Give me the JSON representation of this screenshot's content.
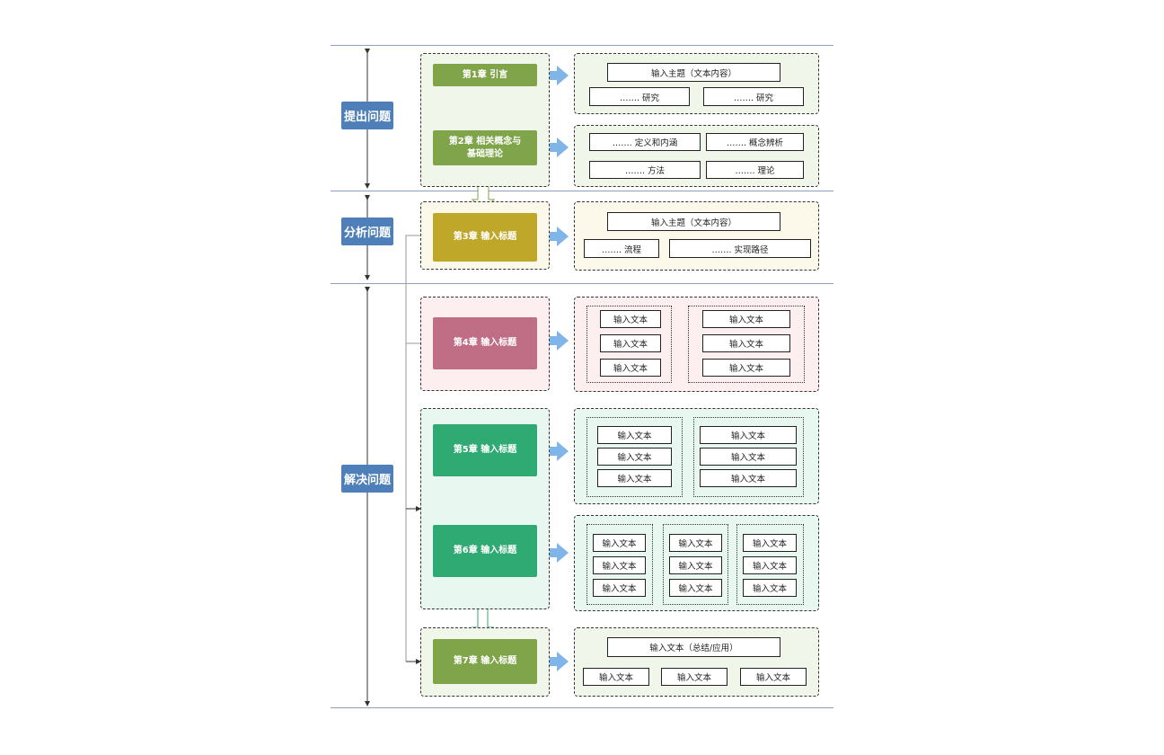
{
  "colors": {
    "label_bg": "#4f7fb8",
    "ch_green": "#7fa44a",
    "ch_yellow": "#bfa72a",
    "ch_pink": "#bf6e86",
    "ch_teal": "#2faa72",
    "arrow_blue": "#7fb5e8",
    "bg_green": "#f0f7ea",
    "bg_yellow": "#fdf9ea",
    "bg_pink": "#fdeef0",
    "bg_teal": "#e8f7ef"
  },
  "sections": {
    "s1": "提出问题",
    "s2": "分析问题",
    "s3": "解决问题"
  },
  "chapters": {
    "ch1": "第1章 引言",
    "ch2a": "第2章 相关概念与",
    "ch2b": "基础理论",
    "ch3": "第3章 输入标题",
    "ch4": "第4章 输入标题",
    "ch5": "第5章 输入标题",
    "ch6": "第6章 输入标题",
    "ch7": "第7章 输入标题"
  },
  "c1": {
    "topic": "输入主题（文本内容）",
    "b1": "……. 研究",
    "b2": "……. 研究"
  },
  "c2": {
    "b1": "……. 定义和内涵",
    "b2": "……. 概念辨析",
    "b3": "……. 方法",
    "b4": "……. 理论"
  },
  "c3": {
    "topic": "输入主题（文本内容）",
    "b1": "……. 流程",
    "b2": "……. 实现路径"
  },
  "c4": {
    "g1": [
      "输入文本",
      "输入文本",
      "输入文本"
    ],
    "g2": [
      "输入文本",
      "输入文本",
      "输入文本"
    ]
  },
  "c5": {
    "g1": [
      "输入文本",
      "输入文本",
      "输入文本"
    ],
    "g2": [
      "输入文本",
      "输入文本",
      "输入文本"
    ]
  },
  "c6": {
    "g1": [
      "输入文本",
      "输入文本",
      "输入文本"
    ],
    "g2": [
      "输入文本",
      "输入文本",
      "输入文本"
    ],
    "g3": [
      "输入文本",
      "输入文本",
      "输入文本"
    ]
  },
  "c7": {
    "topic": "输入文本（总结/应用）",
    "b1": "输入文本",
    "b2": "输入文本",
    "b3": "输入文本"
  }
}
